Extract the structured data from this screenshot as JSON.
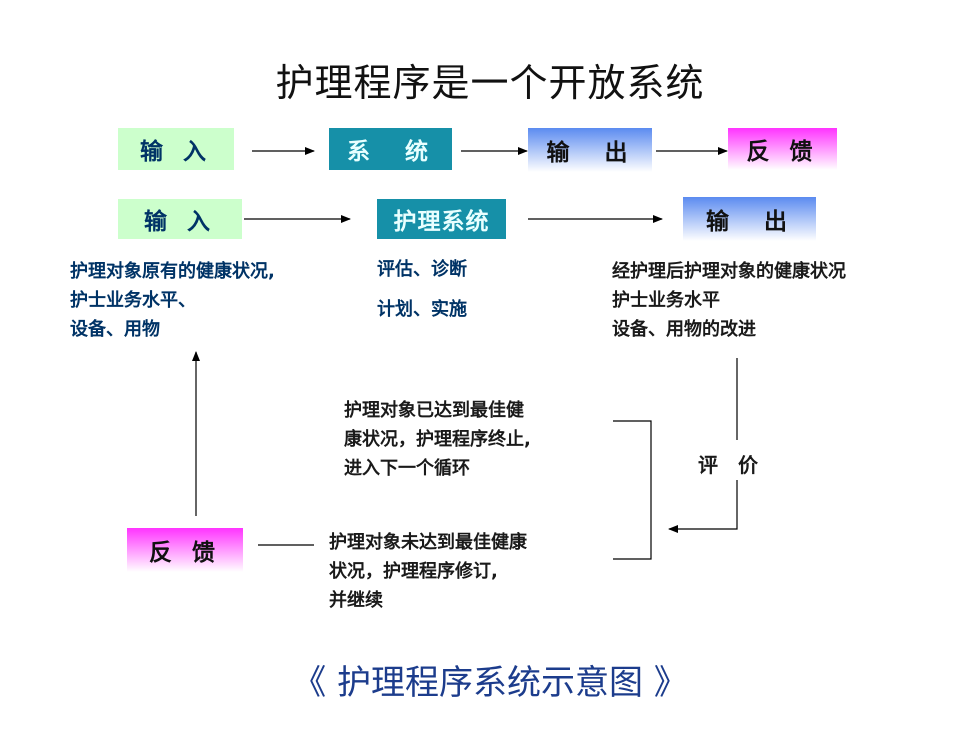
{
  "title": "护理程序是一个开放系统",
  "row1": {
    "input": "输 入",
    "system": "系　统",
    "output": "输　出",
    "feedback": "反 馈"
  },
  "row2": {
    "input": "输 入",
    "system": "护理系统",
    "output": "输　出"
  },
  "input_desc": [
    "护理对象原有的健康状况,",
    "护士业务水平、",
    "设备、用物"
  ],
  "system_desc": [
    "评估、诊断",
    "计划、实施"
  ],
  "output_desc": [
    "经护理后护理对象的健康状况",
    "护士业务水平",
    "设备、用物的改进"
  ],
  "evaluation": "评　价",
  "outcome_reached": [
    "护理对象已达到最佳健",
    "康状况，护理程序终止,",
    "进入下一个循环"
  ],
  "outcome_not_reached": [
    "护理对象未达到最佳健康",
    "状况，护理程序修订,",
    "并继续"
  ],
  "feedback_box": "反 馈",
  "caption": "《  护理程序系统示意图  》",
  "colors": {
    "green": "#ccffcc",
    "teal": "#1690a8",
    "blue_gradient": [
      "#5b8bf0",
      "#ffffff"
    ],
    "magenta_gradient": [
      "#ff33ff",
      "#ffffff"
    ],
    "text_blue": "#003366",
    "caption": "#1c3c8c"
  }
}
